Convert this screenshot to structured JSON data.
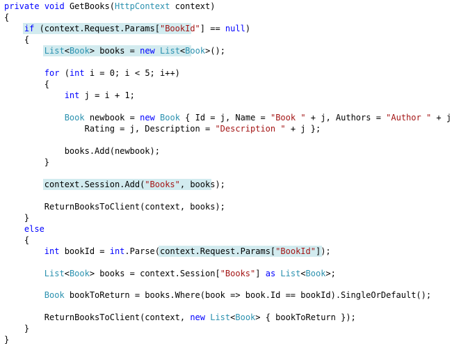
{
  "code": {
    "colors": {
      "keyword": "#0000ff",
      "type": "#2b91af",
      "string": "#a31515",
      "text": "#000000",
      "highlight": "#d2ebef"
    },
    "lines": [
      {
        "tokens": [
          {
            "t": "private",
            "c": "kw"
          },
          {
            "t": " "
          },
          {
            "t": "void",
            "c": "kw"
          },
          {
            "t": " GetBooks("
          },
          {
            "t": "HttpContext",
            "c": "ty"
          },
          {
            "t": " context)"
          }
        ]
      },
      {
        "tokens": [
          {
            "t": "{"
          }
        ]
      },
      {
        "tokens": [
          {
            "t": "    "
          },
          {
            "t": "if",
            "c": "kw"
          },
          {
            "t": " (context.Request.Params["
          },
          {
            "t": "\"BookId\"",
            "c": "st"
          },
          {
            "t": "] == "
          },
          {
            "t": "null",
            "c": "kw"
          },
          {
            "t": ")"
          }
        ]
      },
      {
        "tokens": [
          {
            "t": "    {"
          }
        ]
      },
      {
        "tokens": [
          {
            "t": "        "
          },
          {
            "t": "List",
            "c": "ty"
          },
          {
            "t": "<"
          },
          {
            "t": "Book",
            "c": "ty"
          },
          {
            "t": "> books = "
          },
          {
            "t": "new",
            "c": "kw"
          },
          {
            "t": " "
          },
          {
            "t": "List",
            "c": "ty"
          },
          {
            "t": "<"
          },
          {
            "t": "Book",
            "c": "ty"
          },
          {
            "t": ">();"
          }
        ]
      },
      {
        "tokens": []
      },
      {
        "tokens": [
          {
            "t": "        "
          },
          {
            "t": "for",
            "c": "kw"
          },
          {
            "t": " ("
          },
          {
            "t": "int",
            "c": "kw"
          },
          {
            "t": " i = 0; i < 5; i++)"
          }
        ]
      },
      {
        "tokens": [
          {
            "t": "        {"
          }
        ]
      },
      {
        "tokens": [
          {
            "t": "            "
          },
          {
            "t": "int",
            "c": "kw"
          },
          {
            "t": " j = i + 1;"
          }
        ]
      },
      {
        "tokens": []
      },
      {
        "tokens": [
          {
            "t": "            "
          },
          {
            "t": "Book",
            "c": "ty"
          },
          {
            "t": " newbook = "
          },
          {
            "t": "new",
            "c": "kw"
          },
          {
            "t": " "
          },
          {
            "t": "Book",
            "c": "ty"
          },
          {
            "t": " { Id = j, Name = "
          },
          {
            "t": "\"Book \"",
            "c": "st"
          },
          {
            "t": " + j, Authors = "
          },
          {
            "t": "\"Author \"",
            "c": "st"
          },
          {
            "t": " + j,"
          }
        ]
      },
      {
        "tokens": [
          {
            "t": "                Rating = j, Description = "
          },
          {
            "t": "\"Description \"",
            "c": "st"
          },
          {
            "t": " + j };"
          }
        ]
      },
      {
        "tokens": []
      },
      {
        "tokens": [
          {
            "t": "            books.Add(newbook);"
          }
        ]
      },
      {
        "tokens": [
          {
            "t": "        }"
          }
        ]
      },
      {
        "tokens": []
      },
      {
        "tokens": [
          {
            "t": "        "
          },
          {
            "t": "context.Session.Add("
          },
          {
            "t": "\"Books\"",
            "c": "st"
          },
          {
            "t": ", books);"
          }
        ]
      },
      {
        "tokens": []
      },
      {
        "tokens": [
          {
            "t": "        ReturnBooksToClient(context, books);"
          }
        ]
      },
      {
        "tokens": [
          {
            "t": "    }"
          }
        ]
      },
      {
        "tokens": [
          {
            "t": "    "
          },
          {
            "t": "else",
            "c": "kw"
          }
        ]
      },
      {
        "tokens": [
          {
            "t": "    {"
          }
        ]
      },
      {
        "tokens": [
          {
            "t": "        "
          },
          {
            "t": "int",
            "c": "kw"
          },
          {
            "t": " bookId = "
          },
          {
            "t": "int",
            "c": "kw"
          },
          {
            "t": ".Parse(context.Request.Params["
          },
          {
            "t": "\"BookId\"",
            "c": "st"
          },
          {
            "t": "]);"
          }
        ]
      },
      {
        "tokens": []
      },
      {
        "tokens": [
          {
            "t": "        "
          },
          {
            "t": "List",
            "c": "ty"
          },
          {
            "t": "<"
          },
          {
            "t": "Book",
            "c": "ty"
          },
          {
            "t": "> books = context.Session["
          },
          {
            "t": "\"Books\"",
            "c": "st"
          },
          {
            "t": "] "
          },
          {
            "t": "as",
            "c": "kw"
          },
          {
            "t": " "
          },
          {
            "t": "List",
            "c": "ty"
          },
          {
            "t": "<"
          },
          {
            "t": "Book",
            "c": "ty"
          },
          {
            "t": ">;"
          }
        ]
      },
      {
        "tokens": []
      },
      {
        "tokens": [
          {
            "t": "        "
          },
          {
            "t": "Book",
            "c": "ty"
          },
          {
            "t": " bookToReturn = books.Where(book => book.Id == bookId).SingleOrDefault();"
          }
        ]
      },
      {
        "tokens": []
      },
      {
        "tokens": [
          {
            "t": "        ReturnBooksToClient(context, "
          },
          {
            "t": "new",
            "c": "kw"
          },
          {
            "t": " "
          },
          {
            "t": "List",
            "c": "ty"
          },
          {
            "t": "<"
          },
          {
            "t": "Book",
            "c": "ty"
          },
          {
            "t": "> { bookToReturn });"
          }
        ]
      },
      {
        "tokens": [
          {
            "t": "    }"
          }
        ]
      },
      {
        "tokens": [
          {
            "t": "}"
          }
        ]
      }
    ]
  }
}
